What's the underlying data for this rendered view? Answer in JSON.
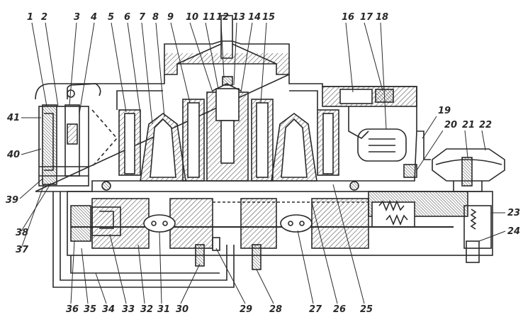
{
  "diagram": {
    "callouts": [
      {
        "id": "c1",
        "label": "1"
      },
      {
        "id": "c2",
        "label": "2"
      },
      {
        "id": "c3",
        "label": "3"
      },
      {
        "id": "c4",
        "label": "4"
      },
      {
        "id": "c5",
        "label": "5"
      },
      {
        "id": "c6",
        "label": "6"
      },
      {
        "id": "c7",
        "label": "7"
      },
      {
        "id": "c8",
        "label": "8"
      },
      {
        "id": "c9",
        "label": "9"
      },
      {
        "id": "c10",
        "label": "10"
      },
      {
        "id": "c11",
        "label": "11"
      },
      {
        "id": "c12",
        "label": "12"
      },
      {
        "id": "c13",
        "label": "13"
      },
      {
        "id": "c14",
        "label": "14"
      },
      {
        "id": "c15",
        "label": "15"
      },
      {
        "id": "c16",
        "label": "16"
      },
      {
        "id": "c17",
        "label": "17"
      },
      {
        "id": "c18",
        "label": "18"
      },
      {
        "id": "c19",
        "label": "19"
      },
      {
        "id": "c20",
        "label": "20"
      },
      {
        "id": "c21",
        "label": "21"
      },
      {
        "id": "c22",
        "label": "22"
      },
      {
        "id": "c23",
        "label": "23"
      },
      {
        "id": "c24",
        "label": "24"
      },
      {
        "id": "c25",
        "label": "25"
      },
      {
        "id": "c26",
        "label": "26"
      },
      {
        "id": "c27",
        "label": "27"
      },
      {
        "id": "c28",
        "label": "28"
      },
      {
        "id": "c29",
        "label": "29"
      },
      {
        "id": "c30",
        "label": "30"
      },
      {
        "id": "c31",
        "label": "31"
      },
      {
        "id": "c32",
        "label": "32"
      },
      {
        "id": "c33",
        "label": "33"
      },
      {
        "id": "c34",
        "label": "34"
      },
      {
        "id": "c35",
        "label": "35"
      },
      {
        "id": "c36",
        "label": "36"
      },
      {
        "id": "c37",
        "label": "37"
      },
      {
        "id": "c38",
        "label": "38"
      },
      {
        "id": "c39",
        "label": "39"
      },
      {
        "id": "c40",
        "label": "40"
      },
      {
        "id": "c41",
        "label": "41"
      }
    ],
    "colors": {
      "ink": "#2a2a2a",
      "hatch": "#555555",
      "paper": "#ffffff"
    }
  }
}
